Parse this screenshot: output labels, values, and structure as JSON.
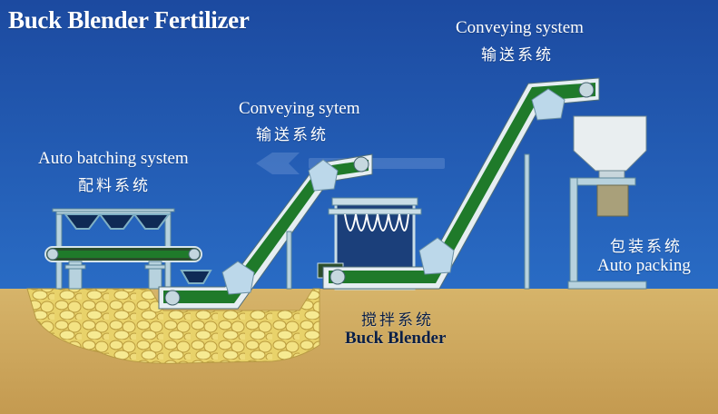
{
  "title": "Buck Blender Fertilizer",
  "labels": {
    "conveying_right_en": "Conveying system",
    "conveying_right_zh": "输送系统",
    "conveying_left_en": "Conveying sytem",
    "conveying_left_zh": "输送系统",
    "batching_en": "Auto batching system",
    "batching_zh": "配料系统",
    "packing_zh": "包装系统",
    "packing_en": "Auto packing",
    "blender_zh": "搅拌系统",
    "blender_en": "Buck Blender"
  },
  "colors": {
    "sky": "#1d54a8",
    "ground": "#d9b96e",
    "pebble": "#f1e07c",
    "belt_green": "#1f7a2a",
    "frame": "#a8c8d6"
  }
}
